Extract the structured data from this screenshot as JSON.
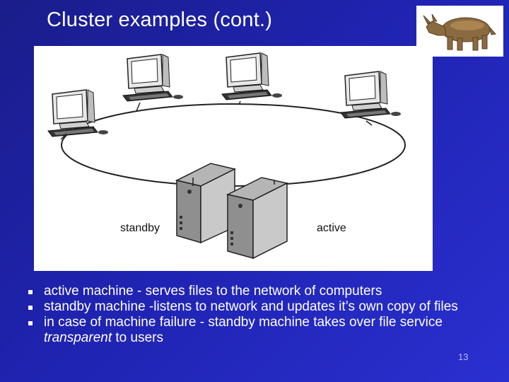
{
  "slide": {
    "title": "Cluster examples (cont.)",
    "page_number": "13"
  },
  "diagram": {
    "labels": {
      "standby": "standby",
      "active": "active"
    }
  },
  "bullets": [
    {
      "text": "active machine - serves files to the network of computers"
    },
    {
      "text": "standby machine -listens to network and updates it’s own copy of files"
    },
    {
      "text_before": "in case of machine failure - standby machine takes over file service ",
      "emphasis": "transparent",
      "text_after": " to users"
    }
  ],
  "colors": {
    "background": "#1f23b0",
    "text": "#ffffff"
  },
  "icons": [
    "rhinoceros-logo",
    "computer-workstation-icon",
    "server-tower-icon",
    "square-bullet"
  ]
}
